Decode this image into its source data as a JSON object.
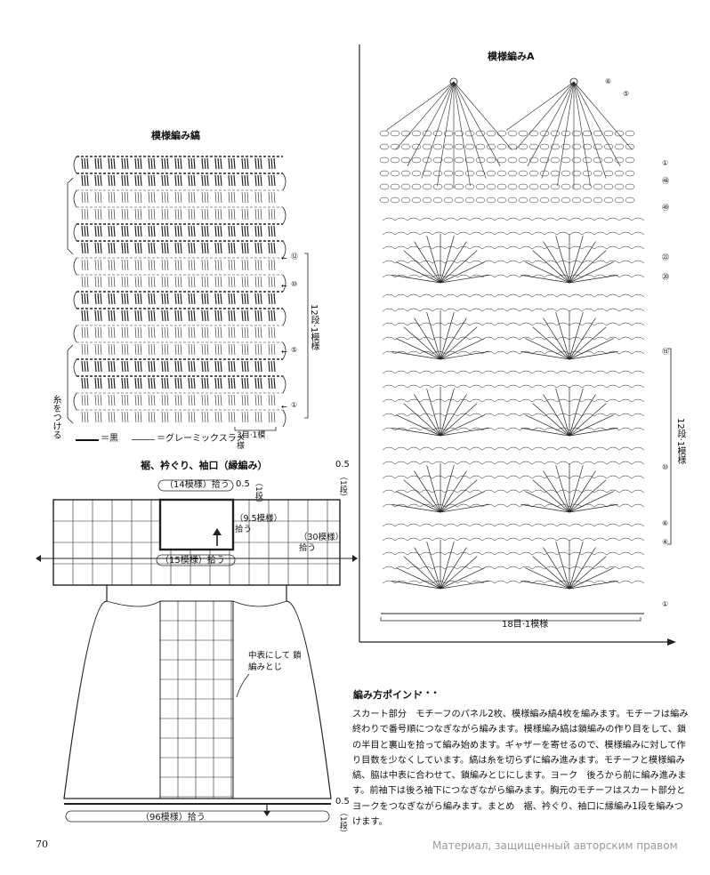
{
  "stripes": {
    "title": "模様編み縞",
    "rows": [
      "⑫",
      "⑩",
      "⑤",
      "①"
    ],
    "repeat_label": "12段·1模様",
    "yarn_label": "糸をつける",
    "legend_black": "＝黒",
    "legend_lame": "＝グレーミックスラメ",
    "repeat_width": "3目·1模様"
  },
  "patternA": {
    "title": "模様編みA",
    "top_rows": [
      "⑥",
      "⑤",
      "①",
      "㊽",
      "㊾"
    ],
    "rows": [
      "㉒",
      "⑳",
      "⑮",
      "⑩",
      "⑥",
      "④",
      "①"
    ],
    "repeat_label": "12段·1模様",
    "width_label": "18目·1模様"
  },
  "schematic": {
    "title": "裾、衿ぐり、袖口（縁編み）",
    "neck_top": "（14模様）拾う",
    "neck_side": "（9.5模様）拾う",
    "neck_bottom": "（15模様）拾う",
    "sleeve": "（30模様）拾う",
    "hem": "（96模様）拾う",
    "center_note": "中表にして 鎖編みとじ",
    "h1_num": "0.5",
    "h1_unit": "（1段）",
    "h2_num": "0.5",
    "h2_unit": "（1段）",
    "h3_num": "0.5",
    "h3_unit": "（1段）"
  },
  "notes": {
    "title": "編み方ポイント",
    "body": "スカート部分　モチーフのパネル2枚、模様編み縞4枚を編みます。モチーフは編み終わりで番号順につなぎながら編みます。模様編み縞は鎖編みの作り目をして、鎖の半目と裏山を拾って編み始めます。ギャザーを寄せるので、模様編みに対して作り目数を少なくしています。縞は糸を切らずに編み進みます。モチーフと模様編み縞、脇は中表に合わせて、鎖編みとじにします。ヨーク　後ろから前に編み進みます。前袖下は後ろ袖下につなぎながら編みます。胸元のモチーフはスカート部分とヨークをつなぎながら編みます。まとめ　裾、衿ぐり、袖口に縁編み1段を編みつけます。"
  },
  "page_number": "70",
  "watermark": "Материал, защищенный авторским правом"
}
